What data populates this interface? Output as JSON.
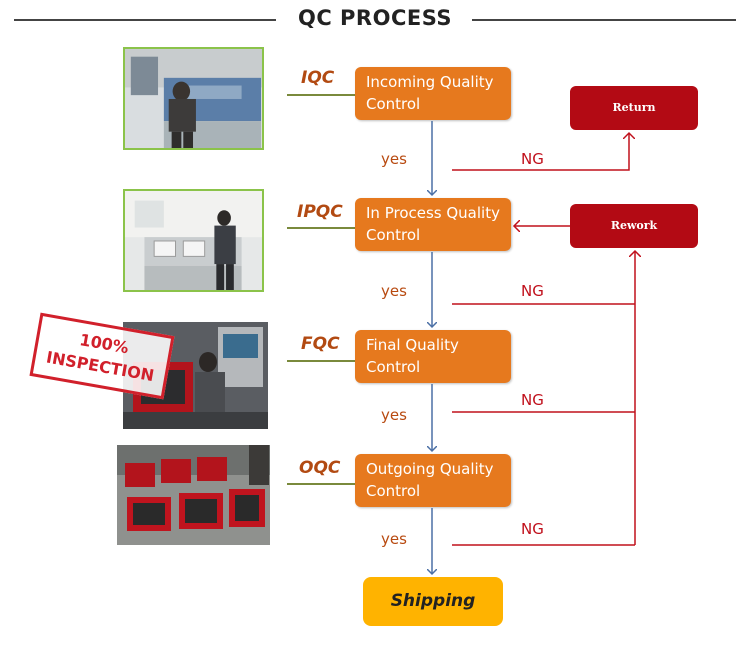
{
  "header": {
    "title": "QC PROCESS"
  },
  "stages": [
    {
      "abbr": "IQC",
      "line1": "Incoming Quality",
      "line2": "Control"
    },
    {
      "abbr": "IPQC",
      "line1": "In Process Quality",
      "line2": "Control"
    },
    {
      "abbr": "FQC",
      "line1": "Final  Quality",
      "line2": "Control"
    },
    {
      "abbr": "OQC",
      "line1": "Outgoing Quality",
      "line2": "Control"
    }
  ],
  "flow": {
    "yes_label": "yes",
    "ng_label": "NG",
    "return_label": "Return",
    "rework_label": "Rework",
    "shipping_label": "Shipping"
  },
  "stamp": {
    "line1": "100%",
    "line2": "INSPECTION"
  },
  "colors": {
    "step_orange": "#e6791e",
    "action_red": "#b30a14",
    "ng_line_red": "#c0101c",
    "flow_arrow_blue": "#4a6fa5",
    "shipping_yellow": "#ffb300"
  }
}
